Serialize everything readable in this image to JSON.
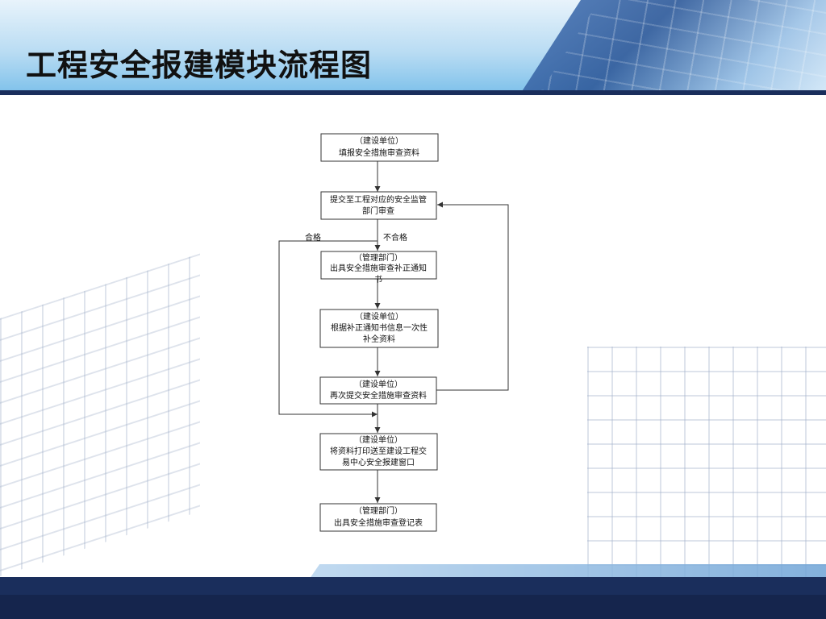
{
  "slide": {
    "title": "工程安全报建模块流程图"
  },
  "flow": {
    "nodes": [
      {
        "id": "n1",
        "lines": [
          "（建设单位）",
          "填报安全措施审查资料"
        ]
      },
      {
        "id": "n2",
        "lines": [
          "提交至工程对应的安全监管",
          "部门审查"
        ]
      },
      {
        "id": "n3",
        "lines": [
          "（管理部门）",
          "出具安全措施审查补正通知",
          "书"
        ]
      },
      {
        "id": "n4",
        "lines": [
          "（建设单位）",
          "根据补正通知书信息一次性",
          "补全资料"
        ]
      },
      {
        "id": "n5",
        "lines": [
          "（建设单位）",
          "再次提交安全措施审查资料"
        ]
      },
      {
        "id": "n6",
        "lines": [
          "（建设单位）",
          "将资料打印送至建设工程交",
          "易中心安全报建窗口"
        ]
      },
      {
        "id": "n7",
        "lines": [
          "（管理部门）",
          "出具安全措施审查登记表"
        ]
      }
    ],
    "edge_labels": {
      "pass": "合格",
      "fail": "不合格"
    }
  }
}
